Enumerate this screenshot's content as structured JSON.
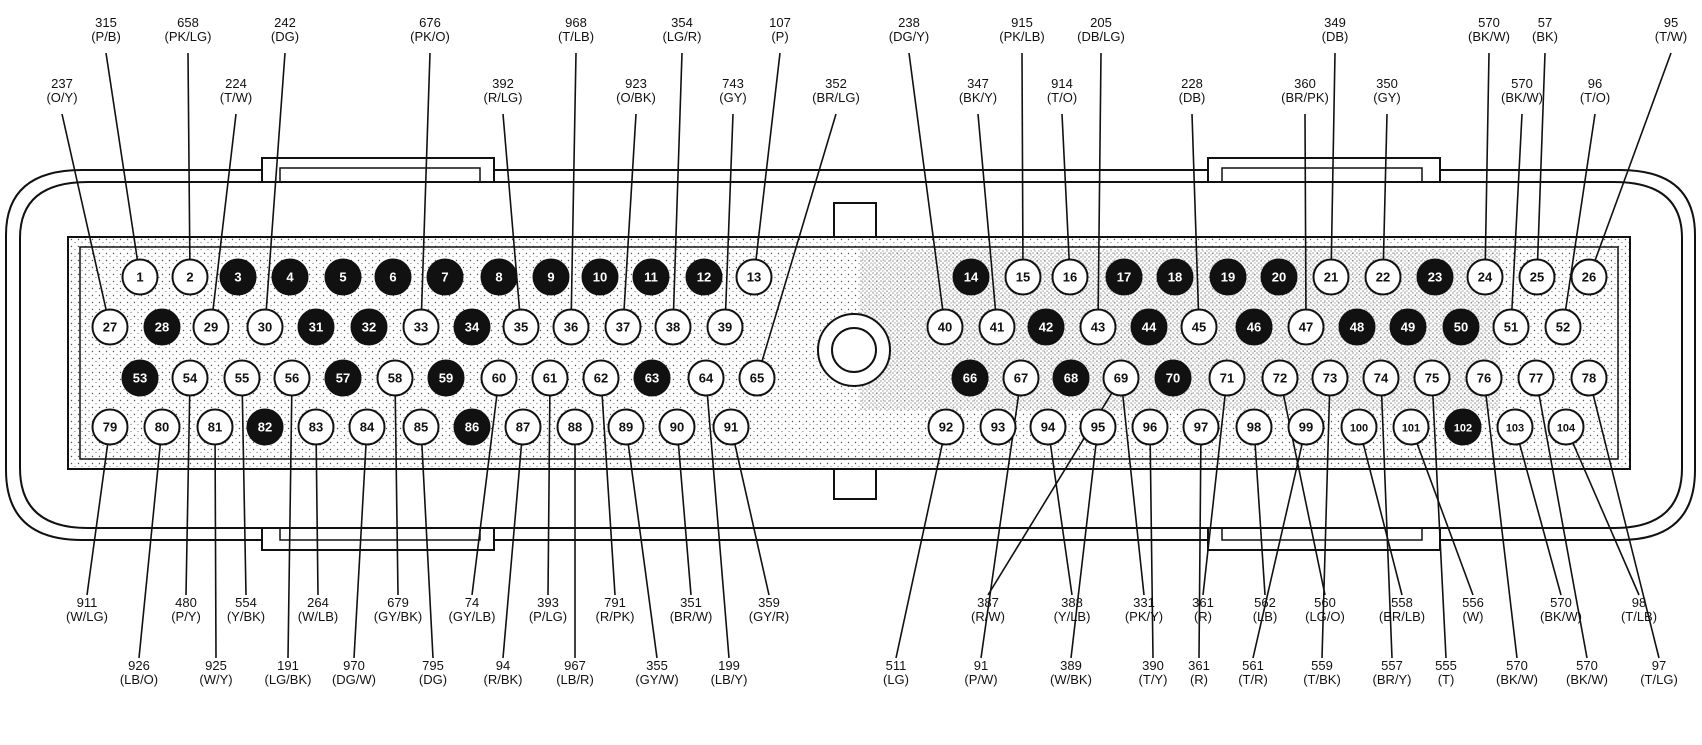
{
  "pins": {
    "row1": [
      {
        "n": "1",
        "f": false
      },
      {
        "n": "2",
        "f": false
      },
      {
        "n": "3",
        "f": true
      },
      {
        "n": "4",
        "f": true
      },
      {
        "n": "5",
        "f": true
      },
      {
        "n": "6",
        "f": true
      },
      {
        "n": "7",
        "f": true
      },
      {
        "n": "8",
        "f": true
      },
      {
        "n": "9",
        "f": true
      },
      {
        "n": "10",
        "f": true
      },
      {
        "n": "11",
        "f": true
      },
      {
        "n": "12",
        "f": true
      },
      {
        "n": "13",
        "f": false
      },
      {
        "n": "14",
        "f": true
      },
      {
        "n": "15",
        "f": false
      },
      {
        "n": "16",
        "f": false
      },
      {
        "n": "17",
        "f": true
      },
      {
        "n": "18",
        "f": true
      },
      {
        "n": "19",
        "f": true
      },
      {
        "n": "20",
        "f": true
      },
      {
        "n": "21",
        "f": false
      },
      {
        "n": "22",
        "f": false
      },
      {
        "n": "23",
        "f": true
      },
      {
        "n": "24",
        "f": false
      },
      {
        "n": "25",
        "f": false
      },
      {
        "n": "26",
        "f": false
      }
    ],
    "row2": [
      {
        "n": "27",
        "f": false
      },
      {
        "n": "28",
        "f": true
      },
      {
        "n": "29",
        "f": false
      },
      {
        "n": "30",
        "f": false
      },
      {
        "n": "31",
        "f": true
      },
      {
        "n": "32",
        "f": true
      },
      {
        "n": "33",
        "f": false
      },
      {
        "n": "34",
        "f": true
      },
      {
        "n": "35",
        "f": false
      },
      {
        "n": "36",
        "f": false
      },
      {
        "n": "37",
        "f": false
      },
      {
        "n": "38",
        "f": false
      },
      {
        "n": "39",
        "f": false
      },
      {
        "n": "40",
        "f": false
      },
      {
        "n": "41",
        "f": false
      },
      {
        "n": "42",
        "f": true
      },
      {
        "n": "43",
        "f": false
      },
      {
        "n": "44",
        "f": true
      },
      {
        "n": "45",
        "f": false
      },
      {
        "n": "46",
        "f": true
      },
      {
        "n": "47",
        "f": false
      },
      {
        "n": "48",
        "f": true
      },
      {
        "n": "49",
        "f": true
      },
      {
        "n": "50",
        "f": true
      },
      {
        "n": "51",
        "f": false
      },
      {
        "n": "52",
        "f": false
      }
    ],
    "row3": [
      {
        "n": "53",
        "f": true
      },
      {
        "n": "54",
        "f": false
      },
      {
        "n": "55",
        "f": false
      },
      {
        "n": "56",
        "f": false
      },
      {
        "n": "57",
        "f": true
      },
      {
        "n": "58",
        "f": false
      },
      {
        "n": "59",
        "f": true
      },
      {
        "n": "60",
        "f": false
      },
      {
        "n": "61",
        "f": false
      },
      {
        "n": "62",
        "f": false
      },
      {
        "n": "63",
        "f": true
      },
      {
        "n": "64",
        "f": false
      },
      {
        "n": "65",
        "f": false
      },
      {
        "n": "66",
        "f": true
      },
      {
        "n": "67",
        "f": false
      },
      {
        "n": "68",
        "f": true
      },
      {
        "n": "69",
        "f": false
      },
      {
        "n": "70",
        "f": true
      },
      {
        "n": "71",
        "f": false
      },
      {
        "n": "72",
        "f": false
      },
      {
        "n": "73",
        "f": false
      },
      {
        "n": "74",
        "f": false
      },
      {
        "n": "75",
        "f": false
      },
      {
        "n": "76",
        "f": false
      },
      {
        "n": "77",
        "f": false
      },
      {
        "n": "78",
        "f": false
      }
    ],
    "row4": [
      {
        "n": "79",
        "f": false
      },
      {
        "n": "80",
        "f": false
      },
      {
        "n": "81",
        "f": false
      },
      {
        "n": "82",
        "f": true
      },
      {
        "n": "83",
        "f": false
      },
      {
        "n": "84",
        "f": false
      },
      {
        "n": "85",
        "f": false
      },
      {
        "n": "86",
        "f": true
      },
      {
        "n": "87",
        "f": false
      },
      {
        "n": "88",
        "f": false
      },
      {
        "n": "89",
        "f": false
      },
      {
        "n": "90",
        "f": false
      },
      {
        "n": "91",
        "f": false
      },
      {
        "n": "92",
        "f": false
      },
      {
        "n": "93",
        "f": false
      },
      {
        "n": "94",
        "f": false
      },
      {
        "n": "95",
        "f": false
      },
      {
        "n": "96",
        "f": false
      },
      {
        "n": "97",
        "f": false
      },
      {
        "n": "98",
        "f": false
      },
      {
        "n": "99",
        "f": false
      },
      {
        "n": "100",
        "f": false
      },
      {
        "n": "101",
        "f": false
      },
      {
        "n": "102",
        "f": true
      },
      {
        "n": "103",
        "f": false
      },
      {
        "n": "104",
        "f": false
      }
    ]
  },
  "wires_top": [
    {
      "pin": "1",
      "num": "315",
      "col": "(P/B)"
    },
    {
      "pin": "2",
      "num": "658",
      "col": "(PK/LG)"
    },
    {
      "pin": "30",
      "num": "242",
      "col": "(DG)"
    },
    {
      "pin": "33",
      "num": "676",
      "col": "(PK/O)"
    },
    {
      "pin": "36",
      "num": "968",
      "col": "(T/LB)"
    },
    {
      "pin": "38",
      "num": "354",
      "col": "(LG/R)"
    },
    {
      "pin": "13",
      "num": "107",
      "col": "(P)"
    },
    {
      "pin": "40",
      "num": "238",
      "col": "(DG/Y)"
    },
    {
      "pin": "15",
      "num": "915",
      "col": "(PK/LB)"
    },
    {
      "pin": "43",
      "num": "205",
      "col": "(DB/LG)"
    },
    {
      "pin": "21",
      "num": "349",
      "col": "(DB)"
    },
    {
      "pin": "24",
      "num": "570",
      "col": "(BK/W)"
    },
    {
      "pin": "25",
      "num": "57",
      "col": "(BK)"
    },
    {
      "pin": "26",
      "num": "95",
      "col": "(T/W)"
    },
    {
      "pin": "27",
      "num": "237",
      "col": "(O/Y)"
    },
    {
      "pin": "29",
      "num": "224",
      "col": "(T/W)"
    },
    {
      "pin": "35",
      "num": "392",
      "col": "(R/LG)"
    },
    {
      "pin": "37",
      "num": "923",
      "col": "(O/BK)"
    },
    {
      "pin": "39",
      "num": "743",
      "col": "(GY)"
    },
    {
      "pin": "65",
      "num": "352",
      "col": "(BR/LG)"
    },
    {
      "pin": "41",
      "num": "347",
      "col": "(BK/Y)"
    },
    {
      "pin": "16",
      "num": "914",
      "col": "(T/O)"
    },
    {
      "pin": "45",
      "num": "228",
      "col": "(DB)"
    },
    {
      "pin": "47",
      "num": "360",
      "col": "(BR/PK)"
    },
    {
      "pin": "22",
      "num": "350",
      "col": "(GY)"
    },
    {
      "pin": "51",
      "num": "570",
      "col": "(BK/W)"
    },
    {
      "pin": "52",
      "num": "96",
      "col": "(T/O)"
    }
  ],
  "wires_bottom": [
    {
      "pin": "79",
      "num": "911",
      "col": "(W/LG)"
    },
    {
      "pin": "54",
      "num": "480",
      "col": "(P/Y)"
    },
    {
      "pin": "55",
      "num": "554",
      "col": "(Y/BK)"
    },
    {
      "pin": "83",
      "num": "264",
      "col": "(W/LB)"
    },
    {
      "pin": "58",
      "num": "679",
      "col": "(GY/BK)"
    },
    {
      "pin": "60",
      "num": "74",
      "col": "(GY/LB)"
    },
    {
      "pin": "61",
      "num": "393",
      "col": "(P/LG)"
    },
    {
      "pin": "62",
      "num": "791",
      "col": "(R/PK)"
    },
    {
      "pin": "90",
      "num": "351",
      "col": "(BR/W)"
    },
    {
      "pin": "91",
      "num": "359",
      "col": "(GY/R)"
    },
    {
      "pin": "69",
      "num": "387",
      "col": "(R/W)"
    },
    {
      "pin": "94",
      "num": "388",
      "col": "(Y/LB)"
    },
    {
      "pin": "69",
      "num": "331",
      "col": "(PK/Y)"
    },
    {
      "pin": "71",
      "num": "361",
      "col": "(R)"
    },
    {
      "pin": "98",
      "num": "562",
      "col": "(LB)"
    },
    {
      "pin": "72",
      "num": "560",
      "col": "(LG/O)"
    },
    {
      "pin": "100",
      "num": "558",
      "col": "(BR/LB)"
    },
    {
      "pin": "101",
      "num": "556",
      "col": "(W)"
    },
    {
      "pin": "103",
      "num": "570",
      "col": "(BK/W)"
    },
    {
      "pin": "104",
      "num": "98",
      "col": "(T/LB)"
    },
    {
      "pin": "80",
      "num": "926",
      "col": "(LB/O)"
    },
    {
      "pin": "81",
      "num": "925",
      "col": "(W/Y)"
    },
    {
      "pin": "56",
      "num": "191",
      "col": "(LG/BK)"
    },
    {
      "pin": "84",
      "num": "970",
      "col": "(DG/W)"
    },
    {
      "pin": "85",
      "num": "795",
      "col": "(DG)"
    },
    {
      "pin": "87",
      "num": "94",
      "col": "(R/BK)"
    },
    {
      "pin": "88",
      "num": "967",
      "col": "(LB/R)"
    },
    {
      "pin": "89",
      "num": "355",
      "col": "(GY/W)"
    },
    {
      "pin": "64",
      "num": "199",
      "col": "(LB/Y)"
    },
    {
      "pin": "92",
      "num": "511",
      "col": "(LG)"
    },
    {
      "pin": "67",
      "num": "91",
      "col": "(P/W)"
    },
    {
      "pin": "95",
      "num": "389",
      "col": "(W/BK)"
    },
    {
      "pin": "96",
      "num": "390",
      "col": "(T/Y)"
    },
    {
      "pin": "97",
      "num": "361",
      "col": "(R)"
    },
    {
      "pin": "99",
      "num": "561",
      "col": "(T/R)"
    },
    {
      "pin": "73",
      "num": "559",
      "col": "(T/BK)"
    },
    {
      "pin": "74",
      "num": "557",
      "col": "(BR/Y)"
    },
    {
      "pin": "75",
      "num": "555",
      "col": "(T)"
    },
    {
      "pin": "76",
      "num": "570",
      "col": "(BK/W)"
    },
    {
      "pin": "77",
      "num": "570",
      "col": "(BK/W)"
    },
    {
      "pin": "78",
      "num": "97",
      "col": "(T/LG)"
    }
  ]
}
